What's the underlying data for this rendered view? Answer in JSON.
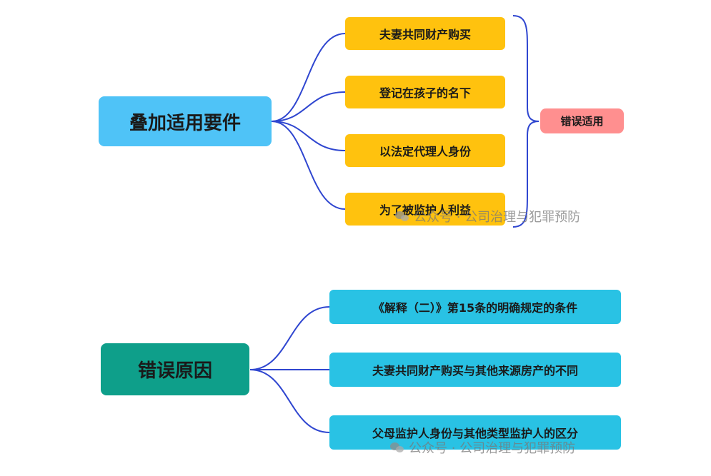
{
  "groups": [
    {
      "root": "叠加适用要件",
      "items": [
        "夫妻共同财产购买",
        "登记在孩子的名下",
        "以法定代理人身份",
        "为了被监护人利益"
      ],
      "bracket_label": "错误适用"
    },
    {
      "root": "错误原因",
      "items": [
        "《解释（二）》第15条的明确规定的条件",
        "夫妻共同财产购买与其他来源房产的不同",
        "父母监护人身份与其他类型监护人的区分"
      ]
    }
  ],
  "watermark": "公众号 · 公司治理与犯罪预防",
  "colors": {
    "root1": "#4fc3f7",
    "root2": "#0e9f8a",
    "leaf_yellow": "#ffc20e",
    "leaf_cyan": "#29c2e4",
    "tag": "#ff8f8f",
    "connector": "#2f46d0"
  }
}
